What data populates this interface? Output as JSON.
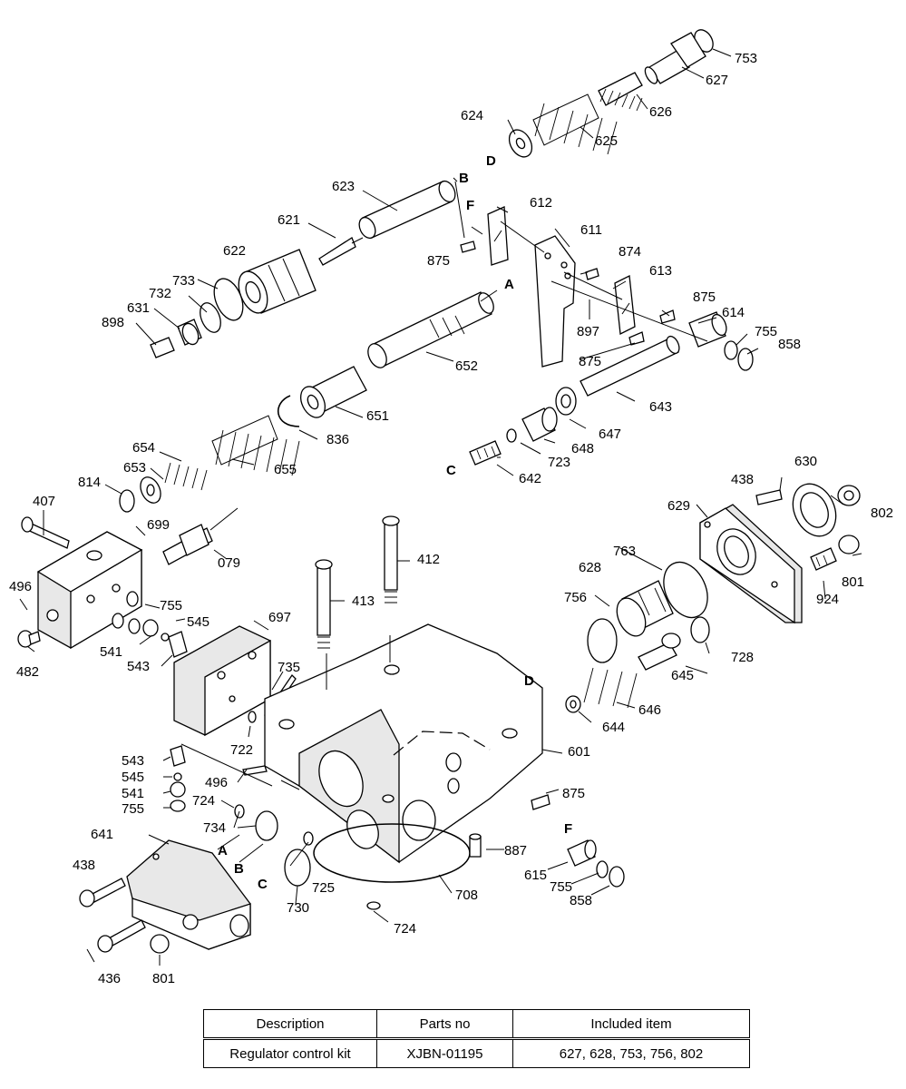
{
  "diagram": {
    "part_labels": [
      {
        "id": "753",
        "t": "753"
      },
      {
        "id": "627",
        "t": "627"
      },
      {
        "id": "626",
        "t": "626"
      },
      {
        "id": "624",
        "t": "624"
      },
      {
        "id": "625",
        "t": "625"
      },
      {
        "id": "623",
        "t": "623"
      },
      {
        "id": "612",
        "t": "612"
      },
      {
        "id": "621",
        "t": "621"
      },
      {
        "id": "611",
        "t": "611"
      },
      {
        "id": "622",
        "t": "622"
      },
      {
        "id": "874",
        "t": "874"
      },
      {
        "id": "875a",
        "t": "875"
      },
      {
        "id": "733",
        "t": "733"
      },
      {
        "id": "613",
        "t": "613"
      },
      {
        "id": "732",
        "t": "732"
      },
      {
        "id": "875b",
        "t": "875"
      },
      {
        "id": "631",
        "t": "631"
      },
      {
        "id": "614",
        "t": "614"
      },
      {
        "id": "898",
        "t": "898"
      },
      {
        "id": "897",
        "t": "897"
      },
      {
        "id": "755a",
        "t": "755"
      },
      {
        "id": "858a",
        "t": "858"
      },
      {
        "id": "875c",
        "t": "875"
      },
      {
        "id": "652",
        "t": "652"
      },
      {
        "id": "643",
        "t": "643"
      },
      {
        "id": "651",
        "t": "651"
      },
      {
        "id": "647",
        "t": "647"
      },
      {
        "id": "836",
        "t": "836"
      },
      {
        "id": "648",
        "t": "648"
      },
      {
        "id": "654",
        "t": "654"
      },
      {
        "id": "723",
        "t": "723"
      },
      {
        "id": "655",
        "t": "655"
      },
      {
        "id": "642",
        "t": "642"
      },
      {
        "id": "653",
        "t": "653"
      },
      {
        "id": "814",
        "t": "814"
      },
      {
        "id": "407",
        "t": "407"
      },
      {
        "id": "699",
        "t": "699"
      },
      {
        "id": "630",
        "t": "630"
      },
      {
        "id": "438a",
        "t": "438"
      },
      {
        "id": "629",
        "t": "629"
      },
      {
        "id": "802",
        "t": "802"
      },
      {
        "id": "079",
        "t": "079"
      },
      {
        "id": "412",
        "t": "412"
      },
      {
        "id": "763",
        "t": "763"
      },
      {
        "id": "628",
        "t": "628"
      },
      {
        "id": "801a",
        "t": "801"
      },
      {
        "id": "496a",
        "t": "496"
      },
      {
        "id": "413",
        "t": "413"
      },
      {
        "id": "755b",
        "t": "755"
      },
      {
        "id": "756",
        "t": "756"
      },
      {
        "id": "924",
        "t": "924"
      },
      {
        "id": "545a",
        "t": "545"
      },
      {
        "id": "697",
        "t": "697"
      },
      {
        "id": "541a",
        "t": "541"
      },
      {
        "id": "482",
        "t": "482"
      },
      {
        "id": "543a",
        "t": "543"
      },
      {
        "id": "735",
        "t": "735"
      },
      {
        "id": "728",
        "t": "728"
      },
      {
        "id": "645",
        "t": "645"
      },
      {
        "id": "646",
        "t": "646"
      },
      {
        "id": "644",
        "t": "644"
      },
      {
        "id": "722",
        "t": "722"
      },
      {
        "id": "601",
        "t": "601"
      },
      {
        "id": "543b",
        "t": "543"
      },
      {
        "id": "545b",
        "t": "545"
      },
      {
        "id": "496b",
        "t": "496"
      },
      {
        "id": "541b",
        "t": "541"
      },
      {
        "id": "875d",
        "t": "875"
      },
      {
        "id": "724a",
        "t": "724"
      },
      {
        "id": "755c",
        "t": "755"
      },
      {
        "id": "734",
        "t": "734"
      },
      {
        "id": "641",
        "t": "641"
      },
      {
        "id": "887",
        "t": "887"
      },
      {
        "id": "438b",
        "t": "438"
      },
      {
        "id": "725",
        "t": "725"
      },
      {
        "id": "615",
        "t": "615"
      },
      {
        "id": "755d",
        "t": "755"
      },
      {
        "id": "858b",
        "t": "858"
      },
      {
        "id": "730",
        "t": "730"
      },
      {
        "id": "708",
        "t": "708"
      },
      {
        "id": "724b",
        "t": "724"
      },
      {
        "id": "436",
        "t": "436"
      },
      {
        "id": "801b",
        "t": "801"
      }
    ],
    "reference_letters": [
      {
        "id": "B1",
        "t": "B"
      },
      {
        "id": "F1",
        "t": "F"
      },
      {
        "id": "D1",
        "t": "D"
      },
      {
        "id": "A1",
        "t": "A"
      },
      {
        "id": "C1",
        "t": "C"
      },
      {
        "id": "D2",
        "t": "D"
      },
      {
        "id": "F2",
        "t": "F"
      },
      {
        "id": "A2",
        "t": "A"
      },
      {
        "id": "B2",
        "t": "B"
      },
      {
        "id": "C2",
        "t": "C"
      }
    ]
  },
  "table": {
    "headers": [
      "Description",
      "Parts no",
      "Included item"
    ],
    "rows": [
      [
        "Regulator control  kit",
        "XJBN-01195",
        "627, 628, 753, 756, 802"
      ]
    ]
  }
}
